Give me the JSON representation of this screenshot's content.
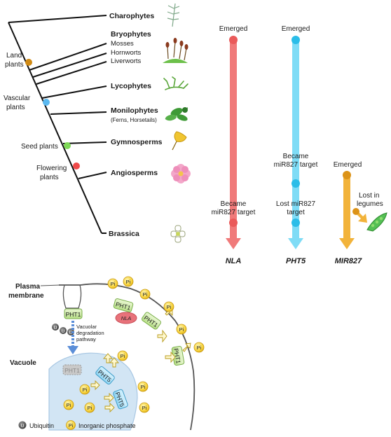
{
  "tree": {
    "taxa": {
      "charophytes": "Charophytes",
      "bryophytes": "Bryophytes",
      "mosses": "Mosses",
      "hornworts": "Hornworts",
      "liverworts": "Liverworts",
      "lycophytes": "Lycophytes",
      "monilophytes": "Monilophytes",
      "monilophytes_sub": "(Ferns, Horsetails)",
      "gymnosperms": "Gymnosperms",
      "angiosperms": "Angiosperms",
      "brassica": "Brassica"
    },
    "nodes": {
      "land_1": "Land",
      "land_2": "plants",
      "vascular_1": "Vascular",
      "vascular_2": "plants",
      "seed": "Seed plants",
      "flowering_1": "Flowering",
      "flowering_2": "plants"
    },
    "node_colors": {
      "land": "#d08a14",
      "vascular": "#5ab8f0",
      "seed": "#7ed957",
      "flowering": "#ef4a4a"
    }
  },
  "genes": {
    "nla": {
      "name": "NLA",
      "color": "#f07a7a",
      "dot_color": "#ea5a5a",
      "events": {
        "emerged": "Emerged",
        "target_1": "Became",
        "target_2": "miR827 target"
      }
    },
    "pht5": {
      "name": "PHT5",
      "color": "#7fdcf6",
      "dot_color": "#2bbde8",
      "events": {
        "emerged": "Emerged",
        "target_1": "Became",
        "target_2": "miR827 target",
        "lost_1": "Lost miR827",
        "lost_2": "target"
      }
    },
    "mir827": {
      "name": "MIR827",
      "color": "#f2b33a",
      "dot_color": "#dc9318",
      "events": {
        "emerged": "Emerged",
        "lost_1": "Lost in",
        "lost_2": "legumes"
      }
    }
  },
  "cell": {
    "plasma_1": "Plasma",
    "plasma_2": "membrane",
    "vacuole": "Vacuole",
    "pht1": "PHT1",
    "pht5": "PHT5",
    "nla": "NLA",
    "ub": "U",
    "pi": "Pi",
    "pathway_1": "Vacuolar",
    "pathway_2": "degradation",
    "pathway_3": "pathway"
  },
  "legend": {
    "ubiquitin_symbol": "U",
    "ubiquitin": "Ubiquitin",
    "pi_symbol": "Pi",
    "pi": "Inorganic phosphate"
  }
}
